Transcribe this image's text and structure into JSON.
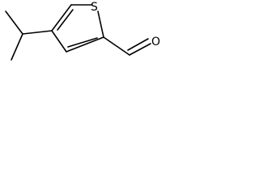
{
  "structure": {
    "atoms": [
      {
        "id": "S1",
        "label": "S"
      },
      {
        "id": "O1",
        "label": "O"
      }
    ]
  }
}
